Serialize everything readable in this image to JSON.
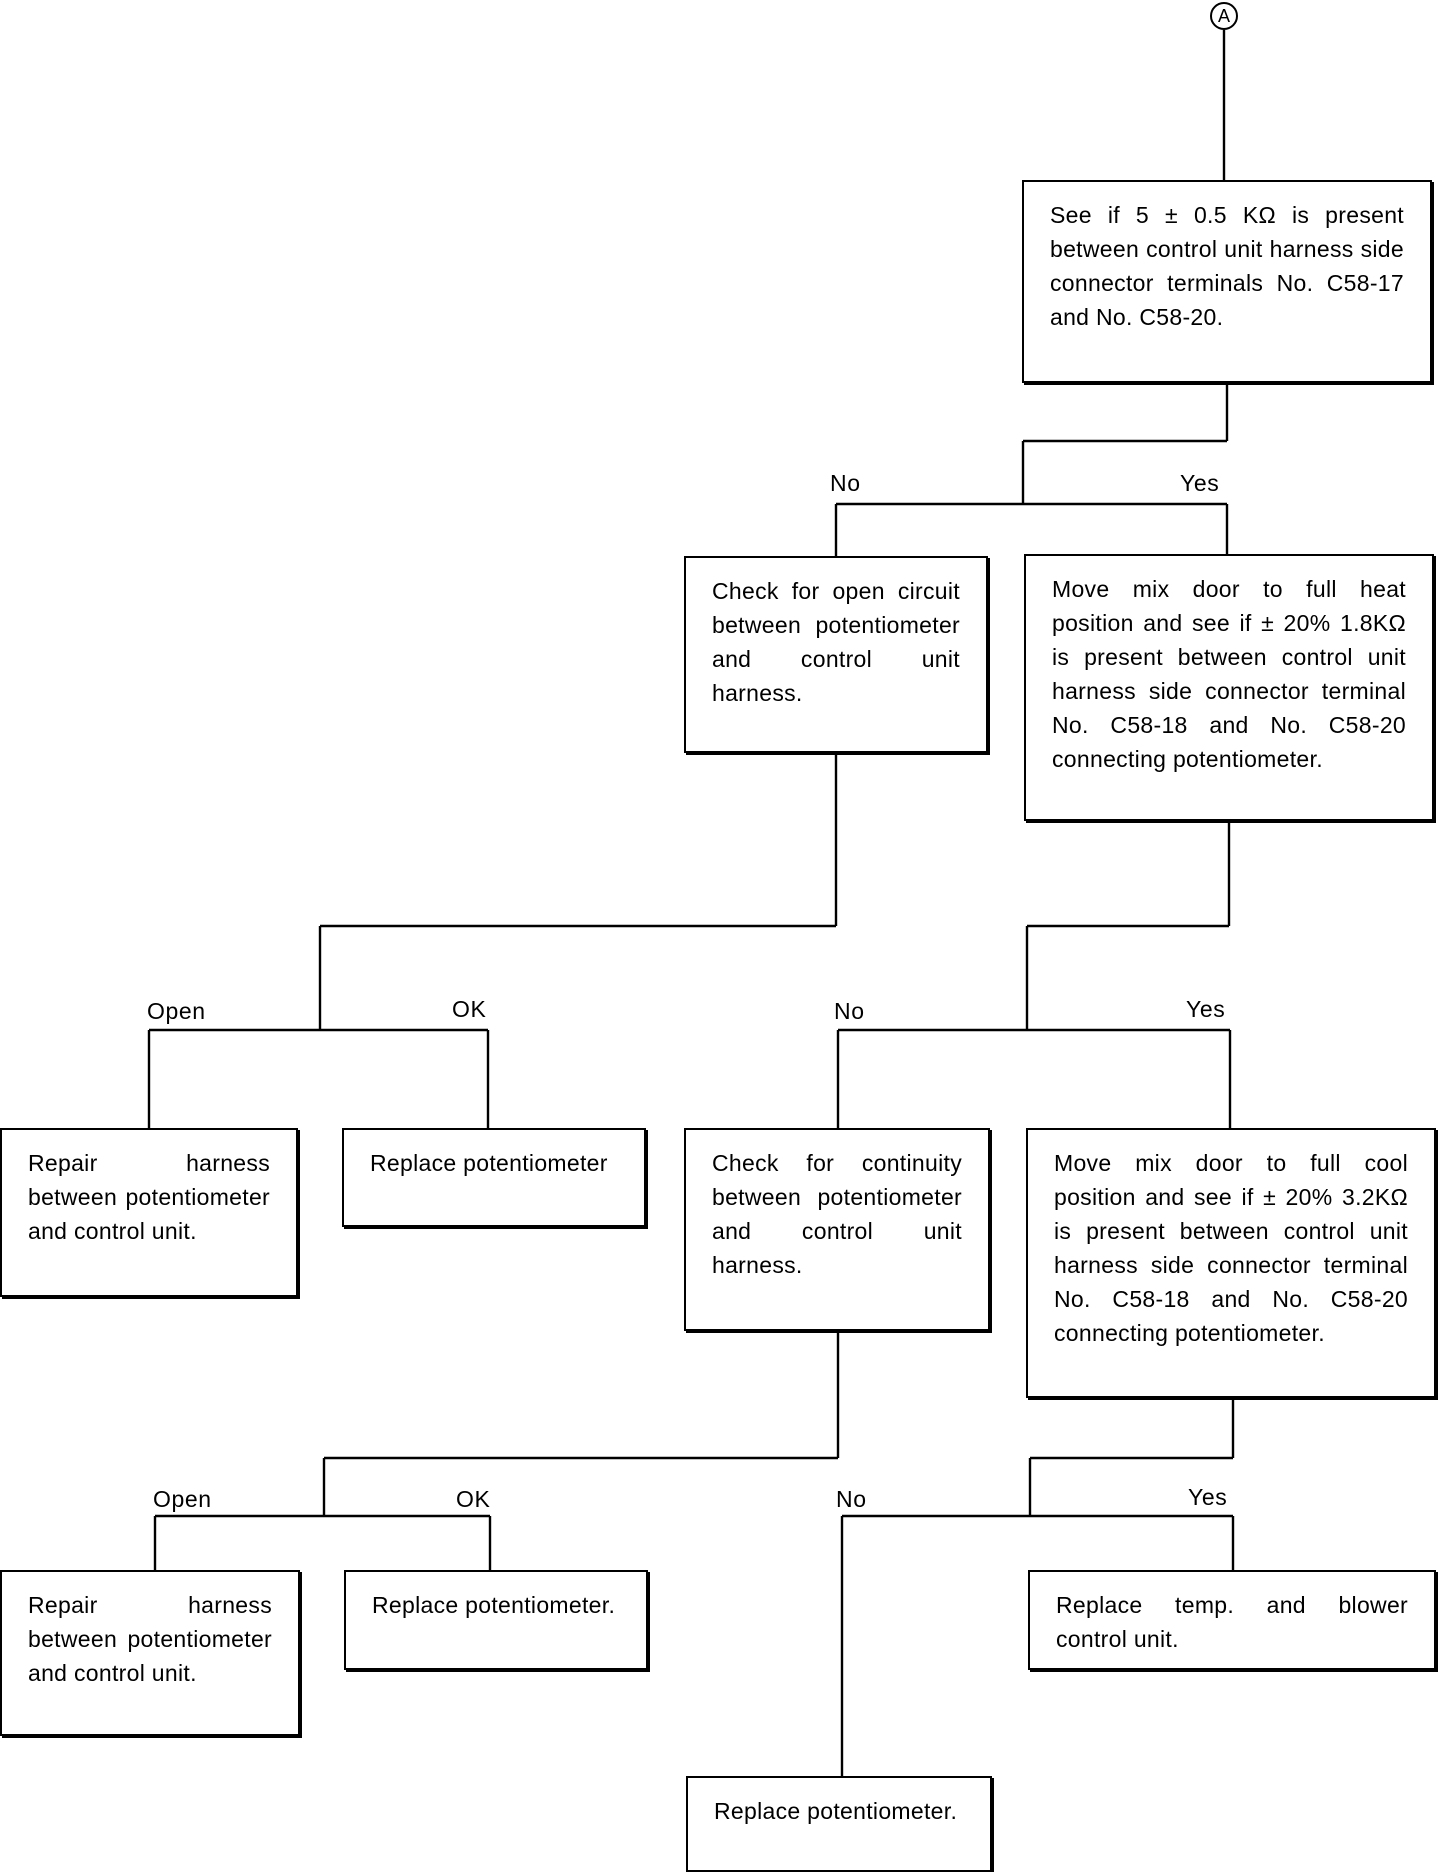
{
  "start_connector": "A",
  "steps": {
    "check_5k": "See if 5 ± 0.5 KΩ is present between control unit harness side connector terminals No. C58-17 and No. C58-20.",
    "open_circuit_check": "Check for open circuit between potentiometer and control unit harness.",
    "full_heat_check": "Move mix door to full heat position and see if ± 20% 1.8KΩ is present between control unit harness side connector terminal No. C58-18 and No. C58-20 connecting potentiometer.",
    "repair_harness_1": "Repair harness between potentiometer and control unit.",
    "replace_pot_1": "Replace potentiometer",
    "continuity_check": "Check for continuity between potentiometer and control unit harness.",
    "full_cool_check": "Move mix door to full cool position and see if ± 20% 3.2KΩ is present between control unit harness side connector terminal No. C58-18 and No. C58-20 connecting potentiometer.",
    "repair_harness_2": "Repair harness between potentiometer and control unit.",
    "replace_pot_2": "Replace potentiometer.",
    "replace_control_unit": "Replace temp. and blower control unit.",
    "replace_pot_3": "Replace potentiometer."
  },
  "branches": {
    "b1_no": "No",
    "b1_yes": "Yes",
    "b2_open": "Open",
    "b2_ok": "OK",
    "b3_no": "No",
    "b3_yes": "Yes",
    "b4_open": "Open",
    "b4_ok": "OK",
    "b5_no": "No",
    "b5_yes": "Yes"
  }
}
